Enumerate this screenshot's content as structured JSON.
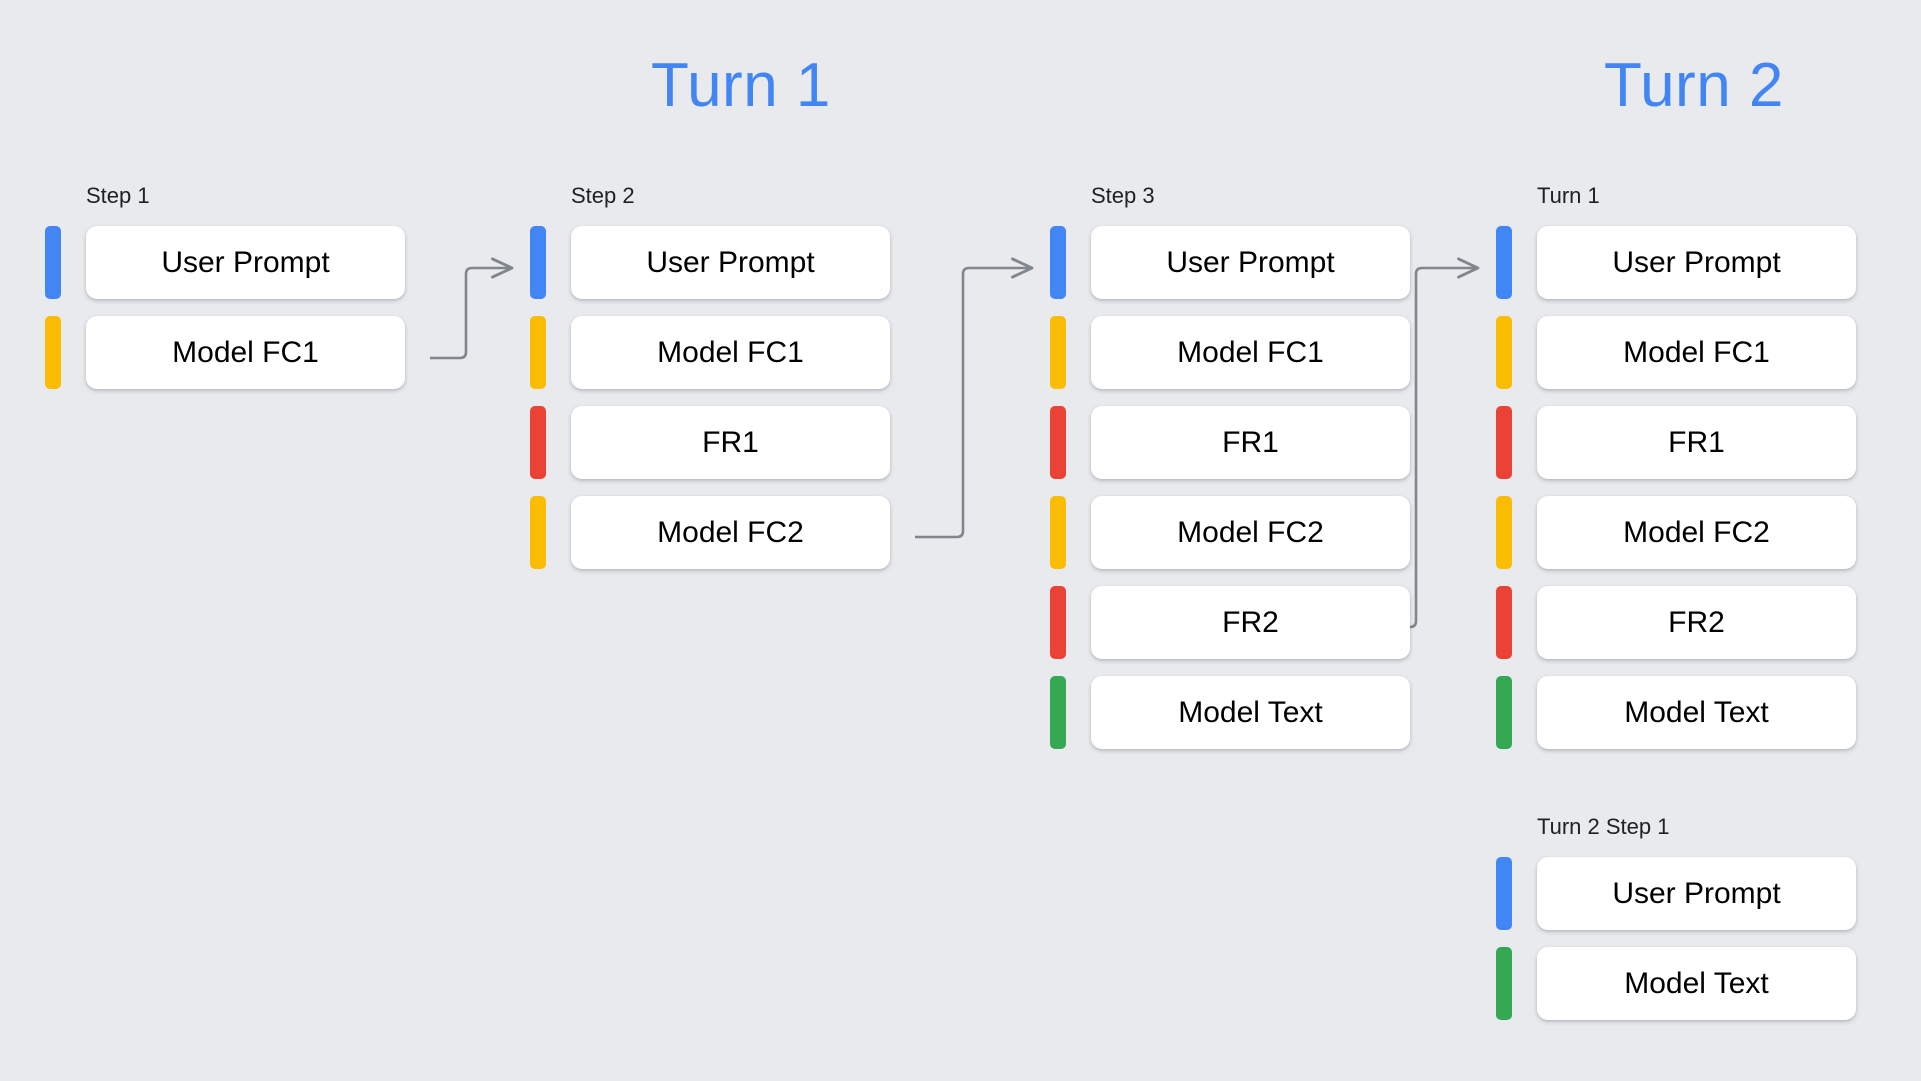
{
  "background_color": "#e8eaed",
  "headings": [
    {
      "id": "turn-1",
      "label": "Turn 1"
    },
    {
      "id": "turn-2",
      "label": "Turn 2"
    }
  ],
  "palette": {
    "user_prompt": "#4285f4",
    "model_fc": "#fbbc04",
    "function_response": "#ea4335",
    "model_text": "#34a853",
    "heading_blue": "#4285f4",
    "card_background": "#ffffff",
    "label_text": "#202124",
    "connector": "#80868b"
  },
  "columns": [
    {
      "id": "step-1",
      "label": "Step 1",
      "rows": [
        {
          "label": "User Prompt",
          "color": "#4285f4",
          "kind": "user-prompt"
        },
        {
          "label": "Model FC1",
          "color": "#fbbc04",
          "kind": "model-function-call"
        }
      ]
    },
    {
      "id": "step-2",
      "label": "Step 2",
      "rows": [
        {
          "label": "User Prompt",
          "color": "#4285f4",
          "kind": "user-prompt"
        },
        {
          "label": "Model FC1",
          "color": "#fbbc04",
          "kind": "model-function-call"
        },
        {
          "label": "FR1",
          "color": "#ea4335",
          "kind": "function-response"
        },
        {
          "label": "Model FC2",
          "color": "#fbbc04",
          "kind": "model-function-call"
        }
      ]
    },
    {
      "id": "step-3",
      "label": "Step 3",
      "rows": [
        {
          "label": "User Prompt",
          "color": "#4285f4",
          "kind": "user-prompt"
        },
        {
          "label": "Model FC1",
          "color": "#fbbc04",
          "kind": "model-function-call"
        },
        {
          "label": "FR1",
          "color": "#ea4335",
          "kind": "function-response"
        },
        {
          "label": "Model FC2",
          "color": "#fbbc04",
          "kind": "model-function-call"
        },
        {
          "label": "FR2",
          "color": "#ea4335",
          "kind": "function-response"
        },
        {
          "label": "Model Text",
          "color": "#34a853",
          "kind": "model-text"
        }
      ]
    },
    {
      "id": "turn-1",
      "label": "Turn 1",
      "rows": [
        {
          "label": "User Prompt",
          "color": "#4285f4",
          "kind": "user-prompt"
        },
        {
          "label": "Model FC1",
          "color": "#fbbc04",
          "kind": "model-function-call"
        },
        {
          "label": "FR1",
          "color": "#ea4335",
          "kind": "function-response"
        },
        {
          "label": "Model FC2",
          "color": "#fbbc04",
          "kind": "model-function-call"
        },
        {
          "label": "FR2",
          "color": "#ea4335",
          "kind": "function-response"
        },
        {
          "label": "Model Text",
          "color": "#34a853",
          "kind": "model-text"
        }
      ]
    },
    {
      "id": "turn-2-step-1",
      "label": "Turn 2 Step 1",
      "rows": [
        {
          "label": "User Prompt",
          "color": "#4285f4",
          "kind": "user-prompt"
        },
        {
          "label": "Model Text",
          "color": "#34a853",
          "kind": "model-text"
        }
      ]
    }
  ],
  "connectors": [
    {
      "id": "step-1-to-step-2",
      "from": "step-1.Model FC1",
      "to": "step-2.User Prompt"
    },
    {
      "id": "step-2-to-step-3",
      "from": "step-2.Model FC2",
      "to": "step-3.User Prompt"
    },
    {
      "id": "step-3-to-turn-1",
      "from": "step-3.FR2",
      "to": "turn-1.User Prompt"
    }
  ]
}
